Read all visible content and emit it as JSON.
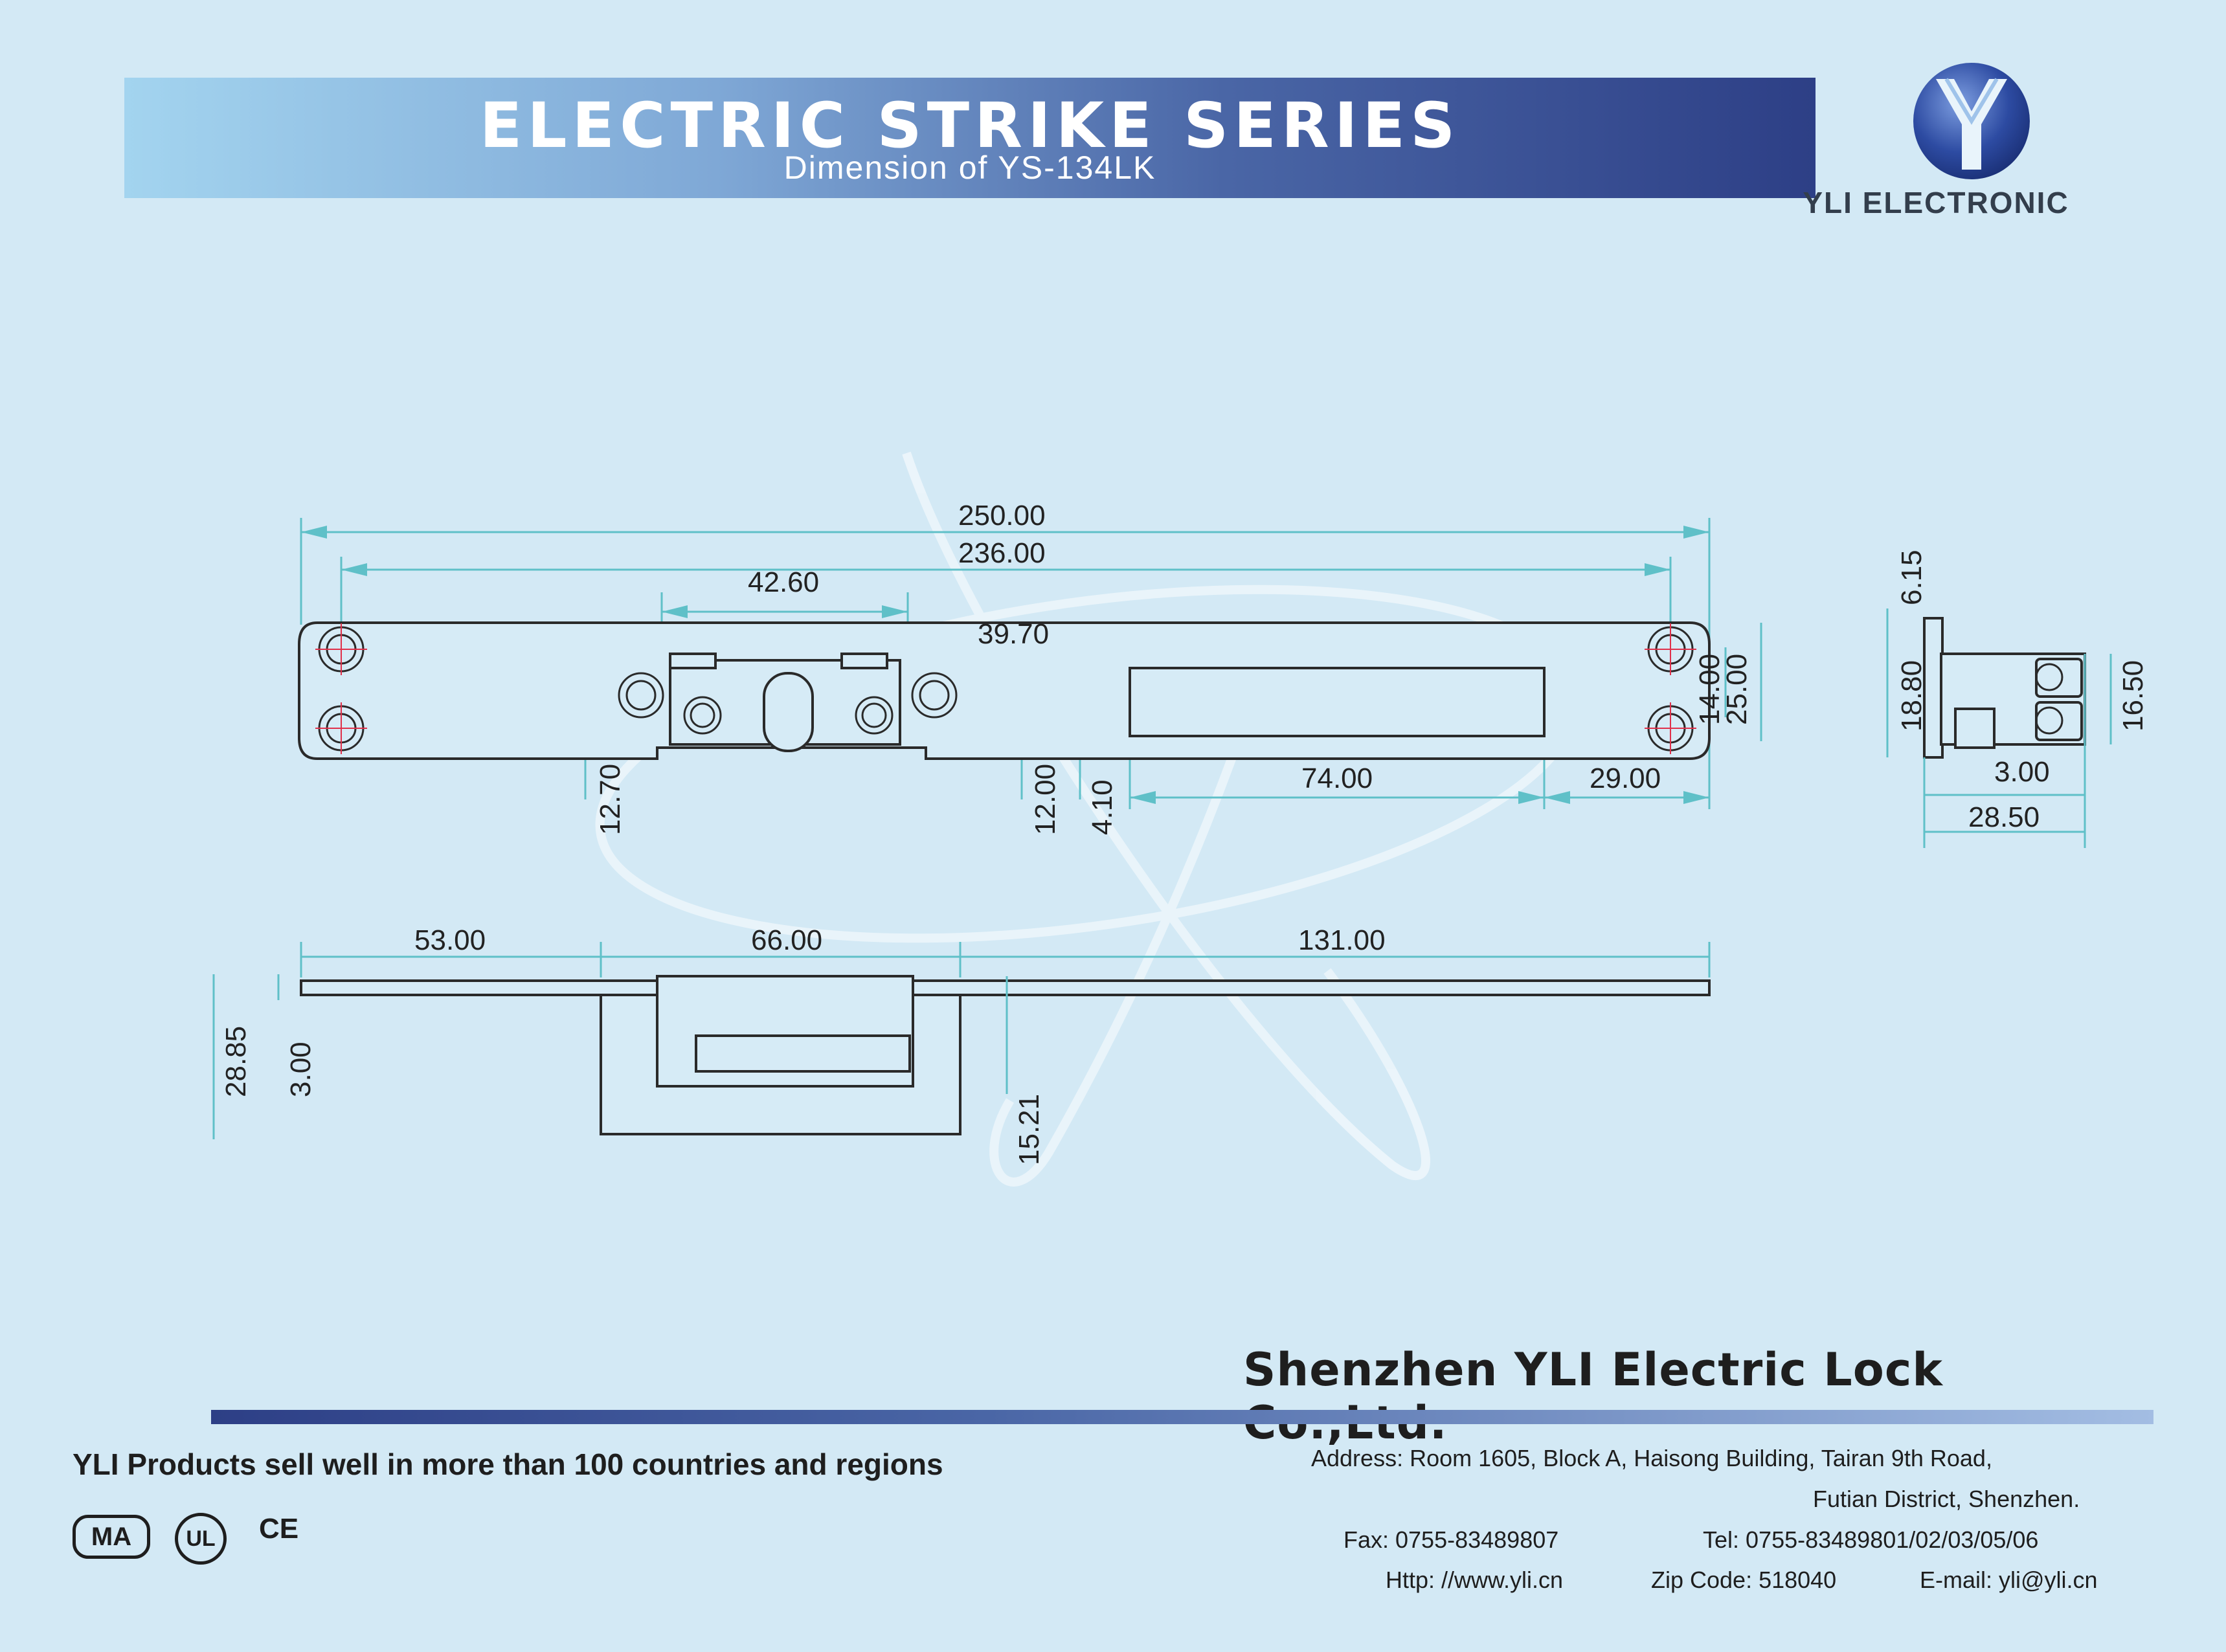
{
  "header": {
    "title": "ELECTRIC STRIKE SERIES",
    "subtitle": "Dimension of YS-134LK"
  },
  "logo": {
    "letter": "Y",
    "brand": "YLI ELECTRONIC",
    "icon": "yli-logo-icon"
  },
  "dimensions": {
    "d250": "250.00",
    "d236": "236.00",
    "d42_6": "42.60",
    "d39_7": "39.70",
    "d14": "14.00",
    "d25": "25.00",
    "d74": "74.00",
    "d29": "29.00",
    "d12_7": "12.70",
    "d12": "12.00",
    "d4_1": "4.10",
    "d6_15": "6.15",
    "d18_8": "18.80",
    "d16_5": "16.50",
    "d3": "3.00",
    "d28_5": "28.50",
    "d53": "53.00",
    "d66": "66.00",
    "d131": "131.00",
    "d28_85": "28.85",
    "d3b": "3.00",
    "d15_21": "15.21"
  },
  "footer": {
    "company": "Shenzhen YLI Electric Lock Co.,Ltd.",
    "address_1": "Address: Room 1605, Block A, Haisong Building, Tairan 9th Road,",
    "address_2": "Futian District, Shenzhen.",
    "tel": "Tel: 0755-83489801/02/03/05/06",
    "fax": "Fax: 0755-83489807",
    "email": "E-mail: yli@yli.cn",
    "zip": "Zip Code: 518040",
    "http": "Http: //www.yli.cn",
    "slogan": "YLI Products sell well in more than 100 countries and regions",
    "certs": [
      "CE",
      "UL",
      "MA"
    ]
  },
  "colors": {
    "background": "#d3e9f5",
    "banner_dark": "#2d3f86",
    "banner_light": "#a3d4ef",
    "dimension_line": "#5fc0c8",
    "hole_center": "#e0304a"
  }
}
